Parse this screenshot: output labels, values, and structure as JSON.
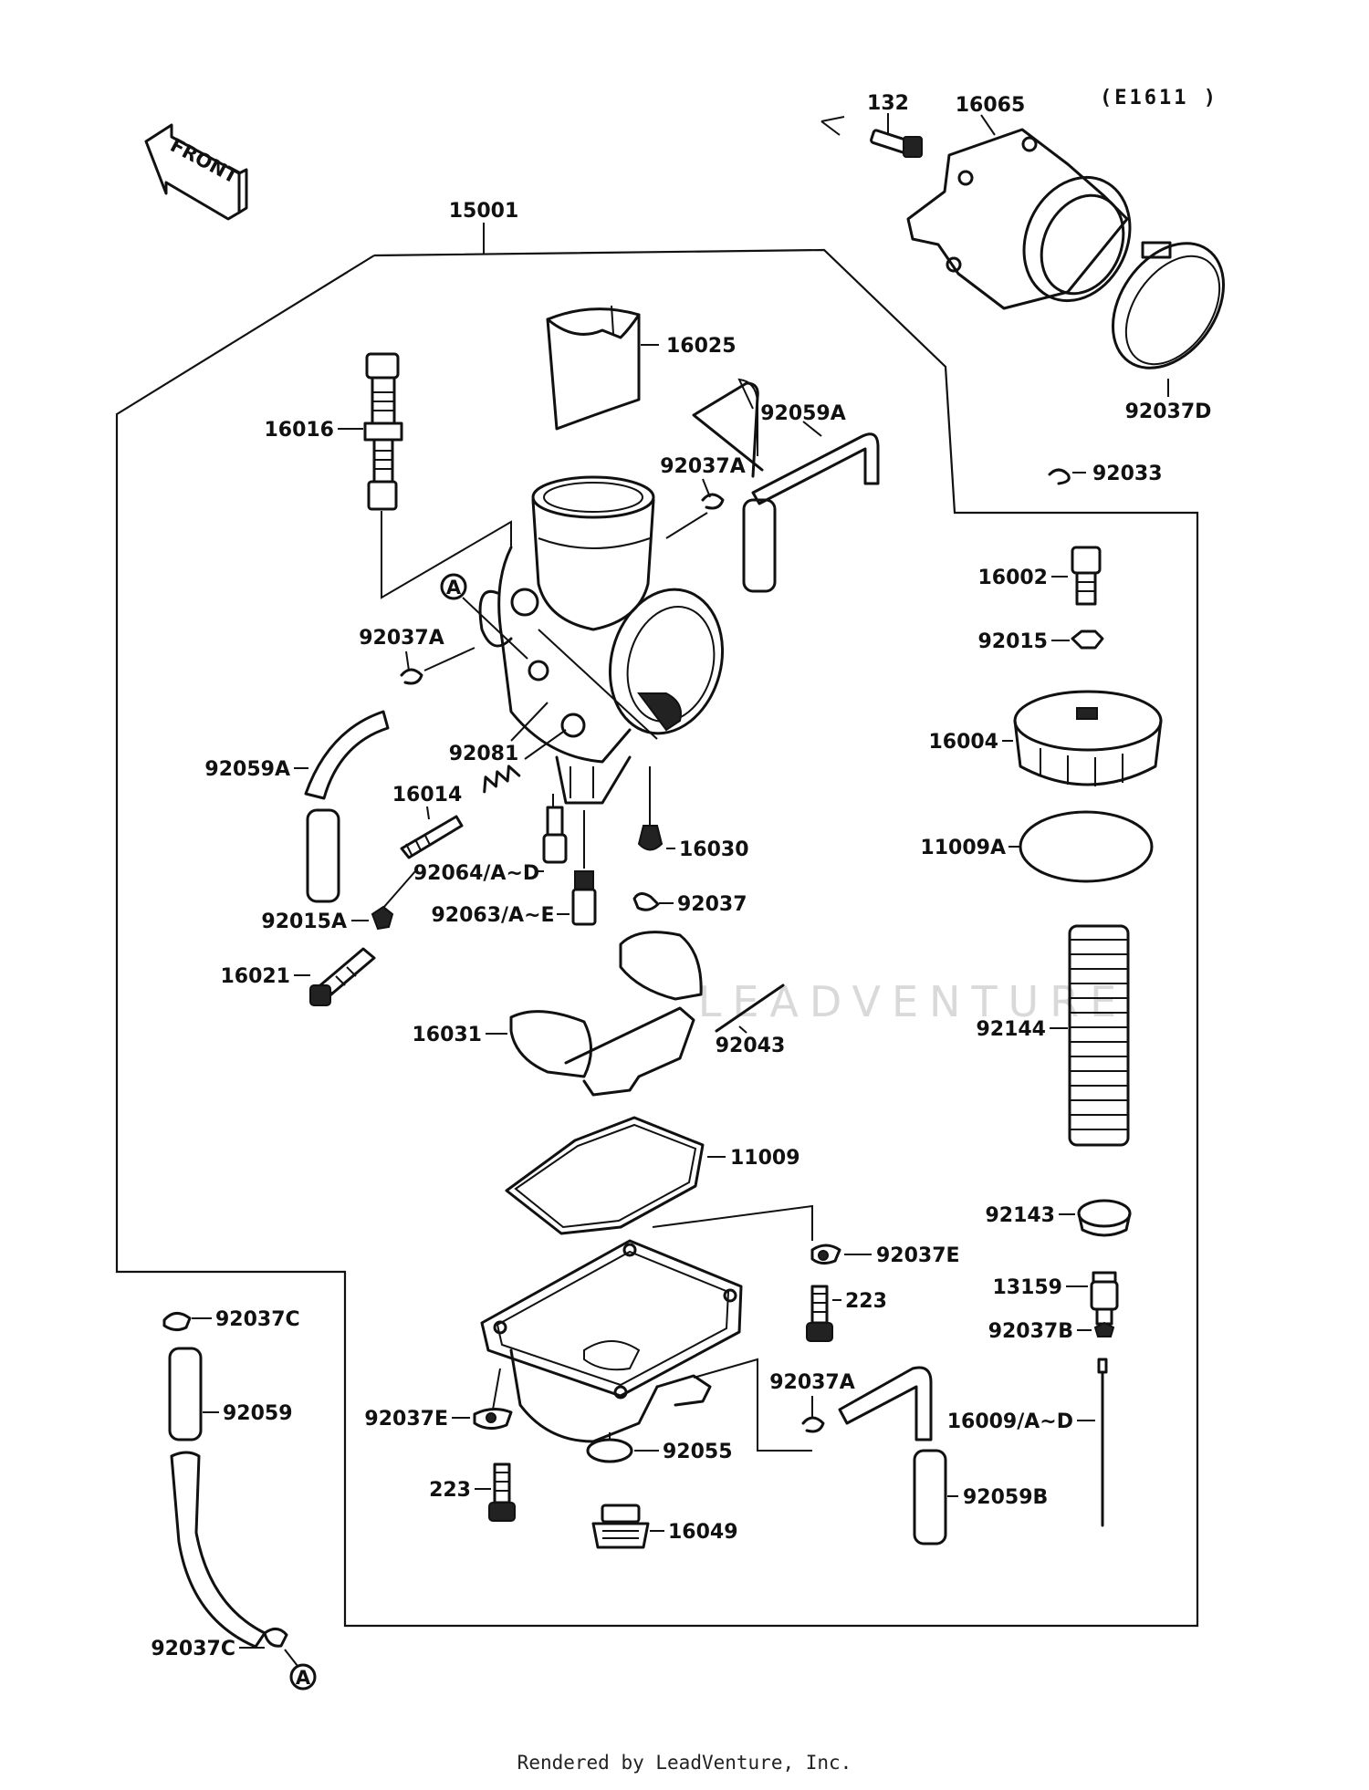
{
  "figure_code": "(E1611 )",
  "front_label": "FRONT",
  "watermark": "LEADVENTURE",
  "footer": "Rendered by LeadVenture, Inc.",
  "labels": {
    "p15001": "15001",
    "p132": "132",
    "p16065": "16065",
    "p92037D": "92037D",
    "p92033": "92033",
    "p16025": "16025",
    "p16016": "16016",
    "p92059A_top": "92059A",
    "p92037A_top": "92037A",
    "p16002": "16002",
    "p92015": "92015",
    "p92037A_left": "92037A",
    "p16004": "16004",
    "p92081": "92081",
    "p92059A_left": "92059A",
    "p16014": "16014",
    "p16030": "16030",
    "p11009A": "11009A",
    "p92064": "92064/A~D",
    "p92037": "92037",
    "p92015A": "92015A",
    "p92063": "92063/A~E",
    "p16021": "16021",
    "p92144": "92144",
    "p16031": "16031",
    "p92043": "92043",
    "p11009": "11009",
    "p92143": "92143",
    "p92037E_right": "92037E",
    "p13159": "13159",
    "p223_right": "223",
    "p92037C_top": "92037C",
    "p92037B": "92037B",
    "p92059": "92059",
    "p92037A_bottom": "92037A",
    "p16009": "16009/A~D",
    "p92037E_left": "92037E",
    "p92055": "92055",
    "p223_left": "223",
    "p92059B": "92059B",
    "p16049": "16049",
    "p92037C_bottom": "92037C",
    "callout_a": "A"
  }
}
